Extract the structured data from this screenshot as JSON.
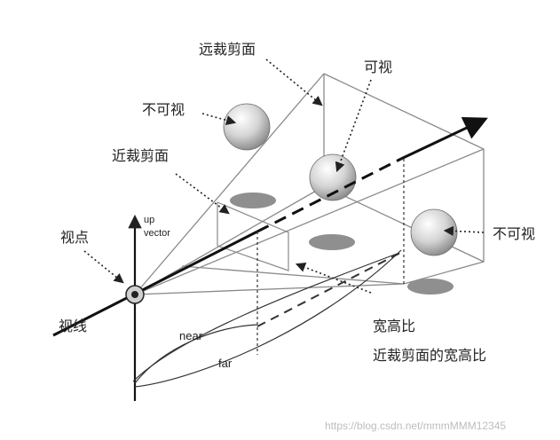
{
  "labels": {
    "far_plane_top": "远裁剪面",
    "visible": "可视",
    "invisible_left": "不可视",
    "near_plane": "近裁剪面",
    "viewpoint": "视点",
    "up_vector_line1": "up",
    "up_vector_line2": "vector",
    "invisible_right": "不可视",
    "sight_line": "视线",
    "near": "near",
    "far": "far",
    "aspect_ratio": "宽高比",
    "near_plane_aspect_ratio": "近裁剪面的宽高比"
  },
  "watermark": "https://blog.csdn.net/mmmMMM12345",
  "colors": {
    "line": "#3a3a3a",
    "frustum": "#8a8a8a",
    "sphere": "#c8c8c8",
    "shadow": "#8f8f8f"
  }
}
